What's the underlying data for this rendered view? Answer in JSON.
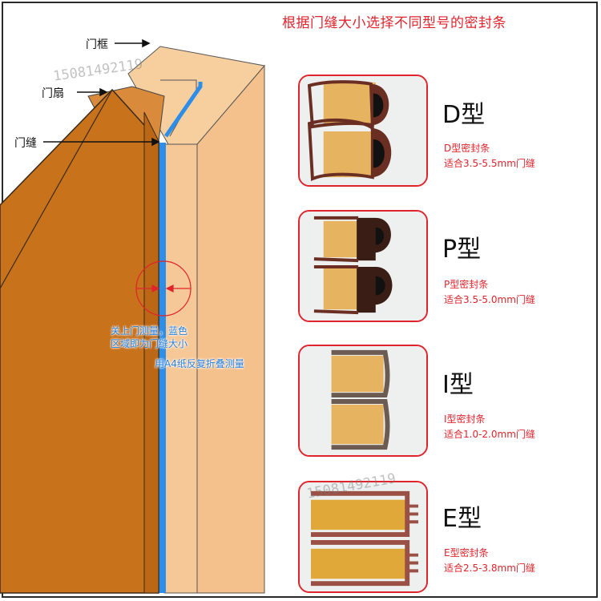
{
  "title": "根据门缝大小选择不同型号的密封条",
  "labels": {
    "door_frame": "门框",
    "door_leaf": "门扇",
    "door_gap": "门缝"
  },
  "note": {
    "line1": "关上门测量，蓝色",
    "line2": "区域即为门缝大小",
    "line3": "用A4纸反复折叠测量"
  },
  "watermark": "15081492119",
  "types": [
    {
      "name": "D型",
      "desc": "D型密封条",
      "range": "适合3.5-5.5mm门缝"
    },
    {
      "name": "P型",
      "desc": "P型密封条",
      "range": "适合3.5-5.0mm门缝"
    },
    {
      "name": "I型",
      "desc": "I型密封条",
      "range": "适合1.0-2.0mm门缝"
    },
    {
      "name": "E型",
      "desc": "E型密封条",
      "range": "适合2.5-3.8mm门缝"
    }
  ],
  "colors": {
    "accent_red": "#e0242c",
    "door_leaf": "#c8721c",
    "door_frame": "#f6c897",
    "gap_blue": "#2c8ee8",
    "seal_brown": "#6a2e22",
    "tape_yellow": "#e6b460"
  }
}
